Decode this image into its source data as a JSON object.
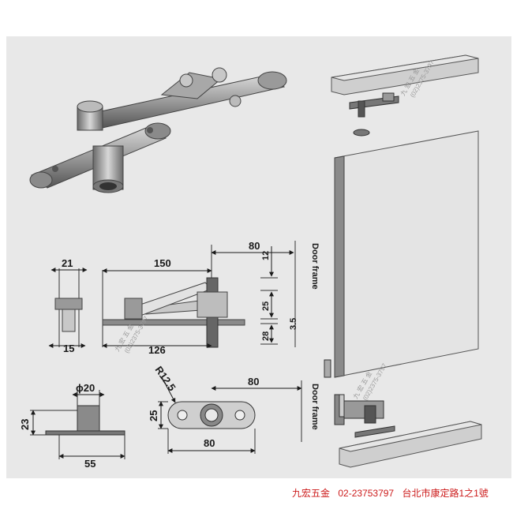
{
  "labels": {
    "door_frame": "Door frame",
    "top_view": {
      "w1": "21",
      "w2": "15"
    },
    "side_view": {
      "d150": "150",
      "d80": "80",
      "d126": "126",
      "d12": "12",
      "d25": "25",
      "d35": "3.5",
      "d28": "28"
    },
    "front_view": {
      "phi": "ϕ20",
      "h23": "23",
      "w55": "55"
    },
    "plan_view": {
      "radius": "R12.5",
      "h25": "25",
      "d80a": "80",
      "d80b": "80"
    }
  },
  "watermark": {
    "line1": "九 宏 五 金",
    "line2": "(02)2375-3797"
  },
  "footer": {
    "shop": "九宏五金",
    "phone": "02-23753797",
    "address": "台北市康定路1之1號"
  }
}
